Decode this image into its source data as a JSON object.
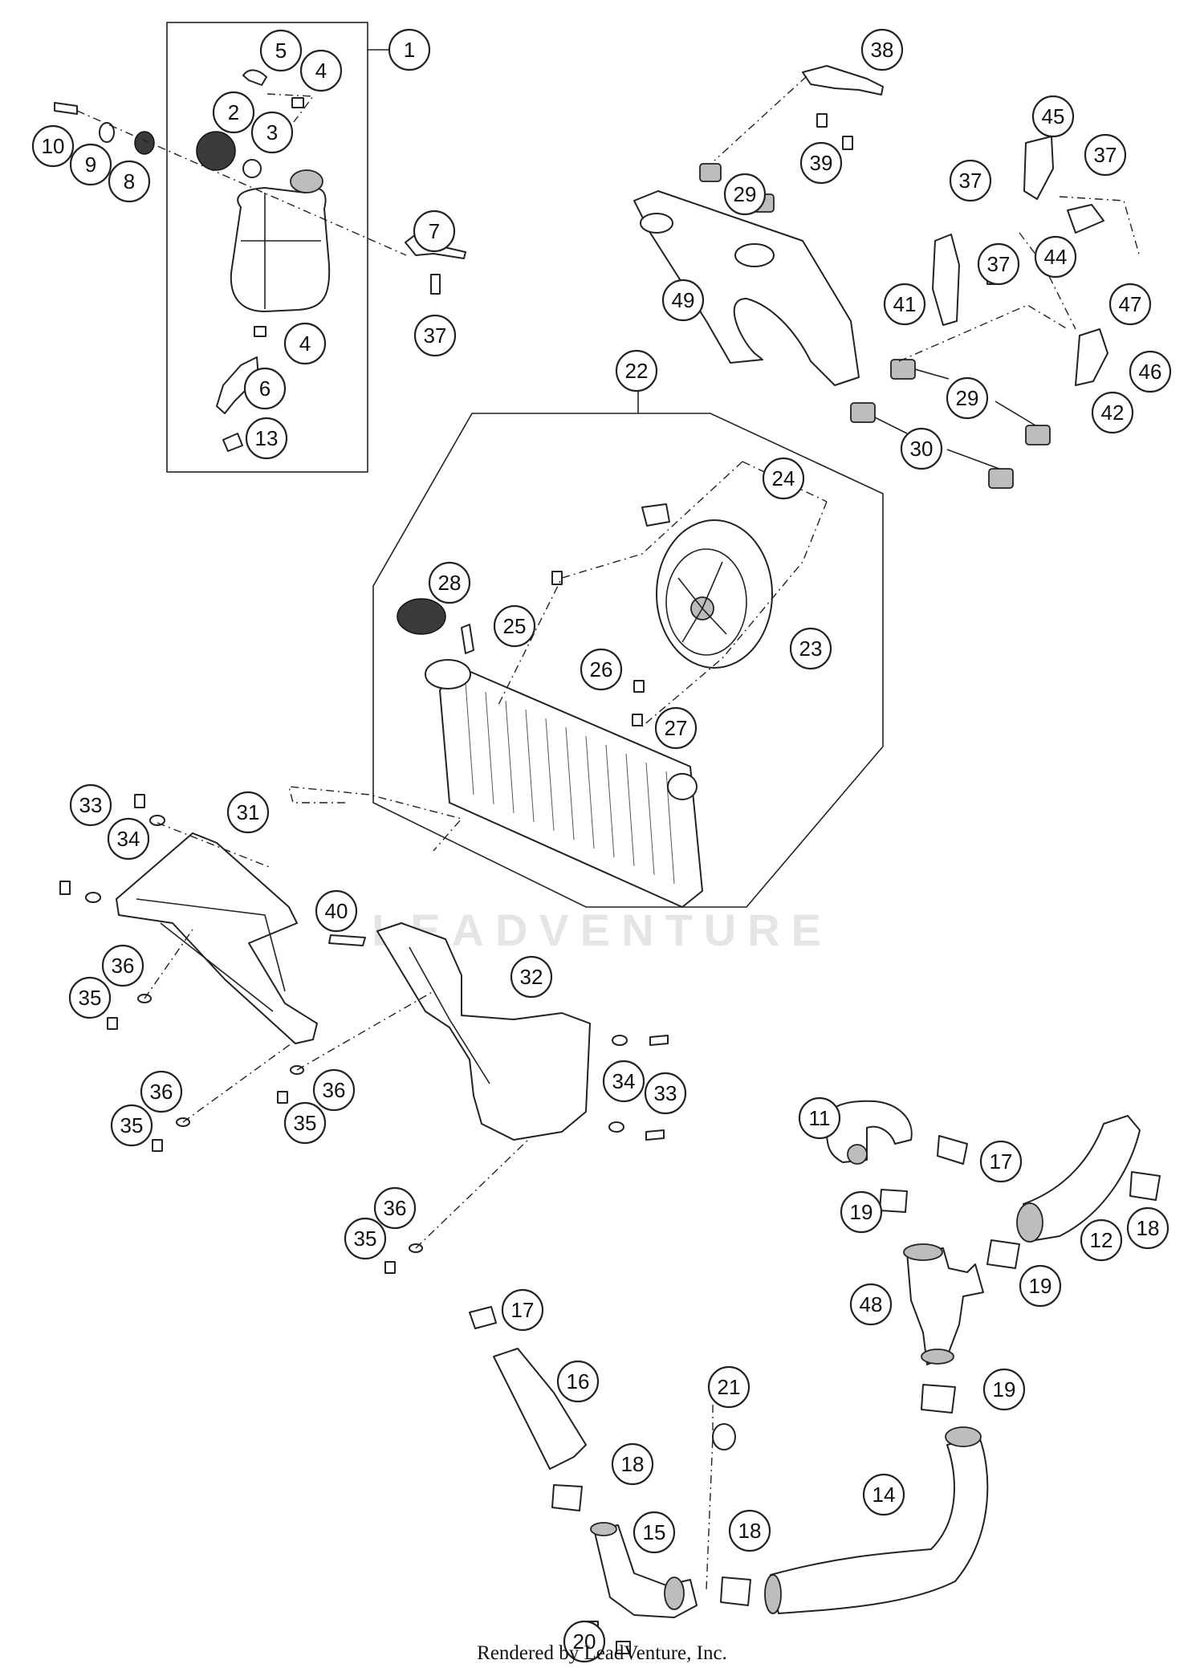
{
  "watermark": "LEADVENTURE",
  "footer": "Rendered by LeadVenture, Inc.",
  "callouts": [
    {
      "id": "c1",
      "label": "1"
    },
    {
      "id": "c2",
      "label": "2"
    },
    {
      "id": "c3",
      "label": "3"
    },
    {
      "id": "c4a",
      "label": "4"
    },
    {
      "id": "c4b",
      "label": "4"
    },
    {
      "id": "c5",
      "label": "5"
    },
    {
      "id": "c6",
      "label": "6"
    },
    {
      "id": "c7",
      "label": "7"
    },
    {
      "id": "c8",
      "label": "8"
    },
    {
      "id": "c9",
      "label": "9"
    },
    {
      "id": "c10",
      "label": "10"
    },
    {
      "id": "c11",
      "label": "11"
    },
    {
      "id": "c12",
      "label": "12"
    },
    {
      "id": "c13",
      "label": "13"
    },
    {
      "id": "c14",
      "label": "14"
    },
    {
      "id": "c15",
      "label": "15"
    },
    {
      "id": "c16",
      "label": "16"
    },
    {
      "id": "c17a",
      "label": "17"
    },
    {
      "id": "c17b",
      "label": "17"
    },
    {
      "id": "c18a",
      "label": "18"
    },
    {
      "id": "c18b",
      "label": "18"
    },
    {
      "id": "c18c",
      "label": "18"
    },
    {
      "id": "c19a",
      "label": "19"
    },
    {
      "id": "c19b",
      "label": "19"
    },
    {
      "id": "c19c",
      "label": "19"
    },
    {
      "id": "c20",
      "label": "20"
    },
    {
      "id": "c21",
      "label": "21"
    },
    {
      "id": "c22",
      "label": "22"
    },
    {
      "id": "c23",
      "label": "23"
    },
    {
      "id": "c24",
      "label": "24"
    },
    {
      "id": "c25",
      "label": "25"
    },
    {
      "id": "c26",
      "label": "26"
    },
    {
      "id": "c27",
      "label": "27"
    },
    {
      "id": "c28",
      "label": "28"
    },
    {
      "id": "c29a",
      "label": "29"
    },
    {
      "id": "c29b",
      "label": "29"
    },
    {
      "id": "c30",
      "label": "30"
    },
    {
      "id": "c31",
      "label": "31"
    },
    {
      "id": "c32",
      "label": "32"
    },
    {
      "id": "c33a",
      "label": "33"
    },
    {
      "id": "c33b",
      "label": "33"
    },
    {
      "id": "c34a",
      "label": "34"
    },
    {
      "id": "c34b",
      "label": "34"
    },
    {
      "id": "c35a",
      "label": "35"
    },
    {
      "id": "c35b",
      "label": "35"
    },
    {
      "id": "c35c",
      "label": "35"
    },
    {
      "id": "c35d",
      "label": "35"
    },
    {
      "id": "c36a",
      "label": "36"
    },
    {
      "id": "c36b",
      "label": "36"
    },
    {
      "id": "c36c",
      "label": "36"
    },
    {
      "id": "c36d",
      "label": "36"
    },
    {
      "id": "c37a",
      "label": "37"
    },
    {
      "id": "c37b",
      "label": "37"
    },
    {
      "id": "c37c",
      "label": "37"
    },
    {
      "id": "c37d",
      "label": "37"
    },
    {
      "id": "c38",
      "label": "38"
    },
    {
      "id": "c39",
      "label": "39"
    },
    {
      "id": "c40",
      "label": "40"
    },
    {
      "id": "c41",
      "label": "41"
    },
    {
      "id": "c42",
      "label": "42"
    },
    {
      "id": "c44",
      "label": "44"
    },
    {
      "id": "c45",
      "label": "45"
    },
    {
      "id": "c46",
      "label": "46"
    },
    {
      "id": "c47",
      "label": "47"
    },
    {
      "id": "c48",
      "label": "48"
    },
    {
      "id": "c49",
      "label": "49"
    }
  ]
}
